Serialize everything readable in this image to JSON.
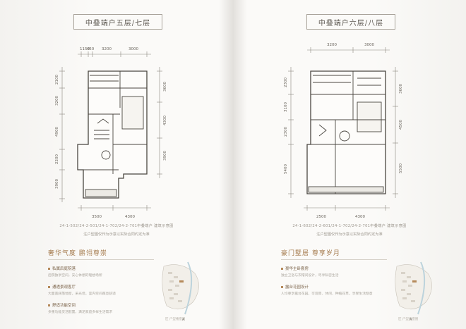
{
  "left_page": {
    "title": "中叠端户五层/七层",
    "dims_top": [
      "1150",
      "450",
      "3200",
      "3000"
    ],
    "dims_left": [
      "2100",
      "3200",
      "4900",
      "2200",
      "3900"
    ],
    "dims_right": [
      "3600",
      "4300",
      "3900"
    ],
    "dims_bottom": [
      "3500",
      "4300"
    ],
    "caption_code": "24-1-502/24-2-501/24-1-702/24-2-701中叠端户 建筑示意图",
    "caption_note": "注户型图仅作为示意以实际合同约定为准",
    "slogan": "奢华气度  鹏翎尊崇",
    "features": [
      {
        "heading": "私属后庭院落",
        "body": "后院独享空间，安心休憩的理想场所"
      },
      {
        "heading": "通透景观客厅",
        "body": "大面宽阔落地窗，采光佳，室内空间敞亮舒适"
      },
      {
        "heading": "舒适功能空间",
        "body": "多重功能灵活配置，满足家庭多样生活需求"
      }
    ],
    "keymap_label": "区  户型楼座图",
    "page_number": "A"
  },
  "right_page": {
    "title": "中叠端户六层/八层",
    "dims_top": [
      "3200",
      "3000"
    ],
    "dims_left": [
      "2300",
      "3100",
      "2300",
      "5400"
    ],
    "dims_right": [
      "3600",
      "4500",
      "5500"
    ],
    "dims_bottom": [
      "2500",
      "4300"
    ],
    "caption_code": "24-1-602/24-2-601/24-1-702/24-2-701中叠端户 建筑示意图",
    "caption_note": "注户型图仅作为示意以实际合同约定为准",
    "slogan": "豪门墅居  尊享岁月",
    "features": [
      {
        "heading": "豪华主卧套房",
        "body": "独立卫浴与衣帽间设计，尽享私密生活"
      },
      {
        "heading": "露台花园设计",
        "body": "人均尊享露台花园，可观景、休闲、种植花草，享受生活惬意"
      }
    ],
    "keymap_label": "区  户型楼座图",
    "page_number": "A"
  }
}
